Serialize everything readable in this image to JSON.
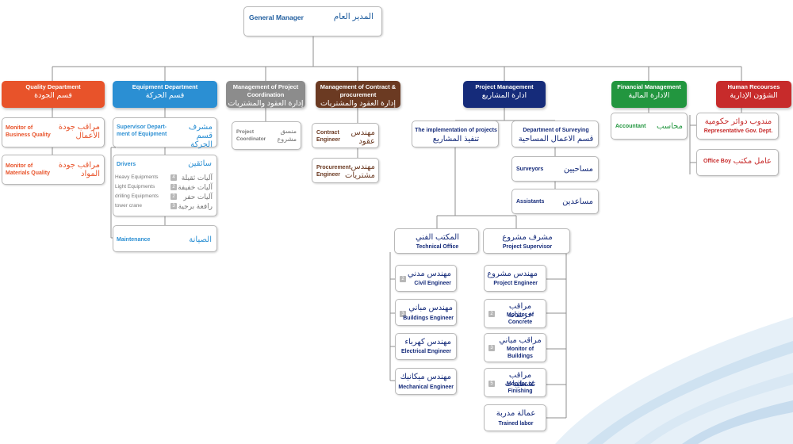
{
  "colors": {
    "blue": "#1f5d9e",
    "orange": "#e8532a",
    "equip": "#2b8fd3",
    "gray": "#8c8c8c",
    "brown": "#6b3a22",
    "navy": "#152b7a",
    "green": "#22963f",
    "red": "#c72b2b"
  },
  "gm": {
    "en": "General Manager",
    "ar": "المدير العام"
  },
  "quality": {
    "header_en": "Quality Department",
    "header_ar": "قسم الجودة",
    "item1_en": "Monitor of Business Quality",
    "item1_ar": "مراقب جودة الأعمال",
    "item2_en": "Monitor of Materials Quality",
    "item2_ar": "مراقب جودة المواد"
  },
  "equipment": {
    "header_en": "Equipment Department",
    "header_ar": "قسم الحركة",
    "supervisor_en": "Supervisor Depart- ment of Equipment",
    "supervisor_ar": "مشرف قسم الحركة",
    "drivers_en": "Drivers",
    "drivers_ar": "سائقين",
    "drivers": [
      {
        "en": "Heavy Equipments",
        "count": "4",
        "ar": "آليات ثقيلة"
      },
      {
        "en": "Light Equipments",
        "count": "2",
        "ar": "آليات خفيفة"
      },
      {
        "en": "drilling Equipments",
        "count": "2",
        "ar": "آليات حفر"
      },
      {
        "en": "tower crane",
        "count": "3",
        "ar": "رافعة برجية"
      }
    ],
    "maintenance_en": "Maintenance",
    "maintenance_ar": "الصيانة"
  },
  "mpc": {
    "header_en": "Management of Project Coordination",
    "header_ar": "إدارة العقود والمشتريات",
    "item_en": "Project Coordinator",
    "item_ar": "منسق مشروع"
  },
  "mcp": {
    "header_en": "Management of Contract & procurement",
    "header_ar": "إدارة العقود والمشتريات",
    "item1_en": "Contract Engineer",
    "item1_ar": "مهندس عقود",
    "item2_en": "Procurement Engineer",
    "item2_ar": "مهندس مشتريات"
  },
  "pm": {
    "header_en": "Project Management",
    "header_ar": "ادارة المشاريع",
    "impl_en": "The implementation of projects",
    "impl_ar": "تنفيذ المشاريع",
    "survey_en": "Department of Surveying",
    "survey_ar": "قسم الاعمال المساحية",
    "surveyors_en": "Surveyors",
    "surveyors_ar": "مساحيين",
    "assistants_en": "Assistants",
    "assistants_ar": "مساعدين",
    "tech_ar": "المكتب الفني",
    "tech_en": "Technical Office",
    "sup_ar": "مشرف مشروع",
    "sup_en": "Project Supervisor",
    "tech_items": [
      {
        "ar": "مهندس مدني",
        "en": "Civil Engineer",
        "count": "2"
      },
      {
        "ar": "مهندس مباني",
        "en": "Buildings Engineer",
        "count": "3"
      },
      {
        "ar": "مهندس كهرباء",
        "en": "Electrical Engineer",
        "count": ""
      },
      {
        "ar": "مهندس ميكانيك",
        "en": "Mechanical Engineer",
        "count": ""
      }
    ],
    "sup_items": [
      {
        "ar": "مهندس مشروع",
        "en": "Project Engineer",
        "count": ""
      },
      {
        "ar": "مراقب خرسانة",
        "en": "Monitor of Concrete",
        "count": "2"
      },
      {
        "ar": "مراقب مباني",
        "en": "Monitor of Buildings",
        "count": "3"
      },
      {
        "ar": "مراقب تشطيبات",
        "en": "Monitor of Finishing",
        "count": "5"
      },
      {
        "ar": "عمالة مدربة",
        "en": "Trained labor",
        "count": ""
      }
    ]
  },
  "fin": {
    "header_en": "Financial Management",
    "header_ar": "الادارة المالية",
    "item_en": "Accountant",
    "item_ar": "محاسب"
  },
  "hr": {
    "header_en": "Human Recourses",
    "header_ar": "الشؤون الإدارية",
    "item1_ar": "مندوب دوائر حكومية",
    "item1_en": "Representative Gov. Dept.",
    "item2_en": "Office Boy",
    "item2_ar": "عامل مكتب"
  }
}
